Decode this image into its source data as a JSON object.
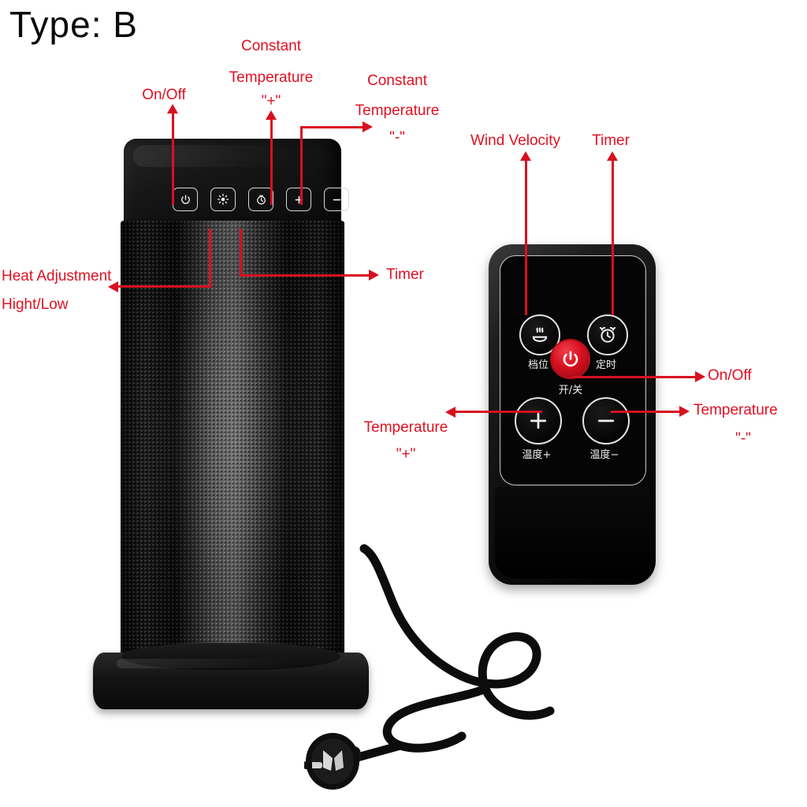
{
  "page": {
    "title": "Type: B",
    "accent_red": "#e01122",
    "background": "#ffffff"
  },
  "heater": {
    "name": "ceramic-tower-heater",
    "panel_buttons": [
      {
        "icon": "power-icon",
        "label": "On/Off"
      },
      {
        "icon": "sun-heat-icon",
        "label": "Heat Adjustment Hight/Low"
      },
      {
        "icon": "timer-clock-icon",
        "label": "Timer"
      },
      {
        "icon": "plus-icon",
        "label": "Constant Temperature \"+\""
      },
      {
        "icon": "minus-icon",
        "label": "Constant Temperature \"-\""
      }
    ],
    "plug": "au-power-plug"
  },
  "remote": {
    "name": "infrared-remote-control",
    "buttons": [
      {
        "icon": "wind-heat-icon",
        "cn": "档位",
        "en": "Wind Velocity"
      },
      {
        "icon": "alarm-clock-icon",
        "cn": "定时",
        "en": "Timer"
      },
      {
        "icon": "power-icon",
        "cn": "开/关",
        "en": "On/Off",
        "color": "#d81020"
      },
      {
        "icon": "plus-icon",
        "cn": "温度+",
        "en": "Temperature \"+\""
      },
      {
        "icon": "minus-icon",
        "cn": "温度−",
        "en": "Temperature \"-\""
      }
    ]
  },
  "annotations": {
    "heater_onoff": "On/Off",
    "heater_const_plus_l1": "Constant",
    "heater_const_plus_l2": "Temperature",
    "heater_const_plus_l3": "\"+\"",
    "heater_const_minus_l1": "Constant",
    "heater_const_minus_l2": "Temperature",
    "heater_const_minus_l3": "\"-\"",
    "heater_heat_l1": "Heat Adjustment",
    "heater_heat_l2": "Hight/Low",
    "heater_timer": "Timer",
    "remote_wind": "Wind Velocity",
    "remote_timer": "Timer",
    "remote_onoff": "On/Off",
    "remote_temp_plus_l1": "Temperature",
    "remote_temp_plus_l2": "\"+\"",
    "remote_temp_minus_l1": "Temperature",
    "remote_temp_minus_l2": "\"-\""
  }
}
